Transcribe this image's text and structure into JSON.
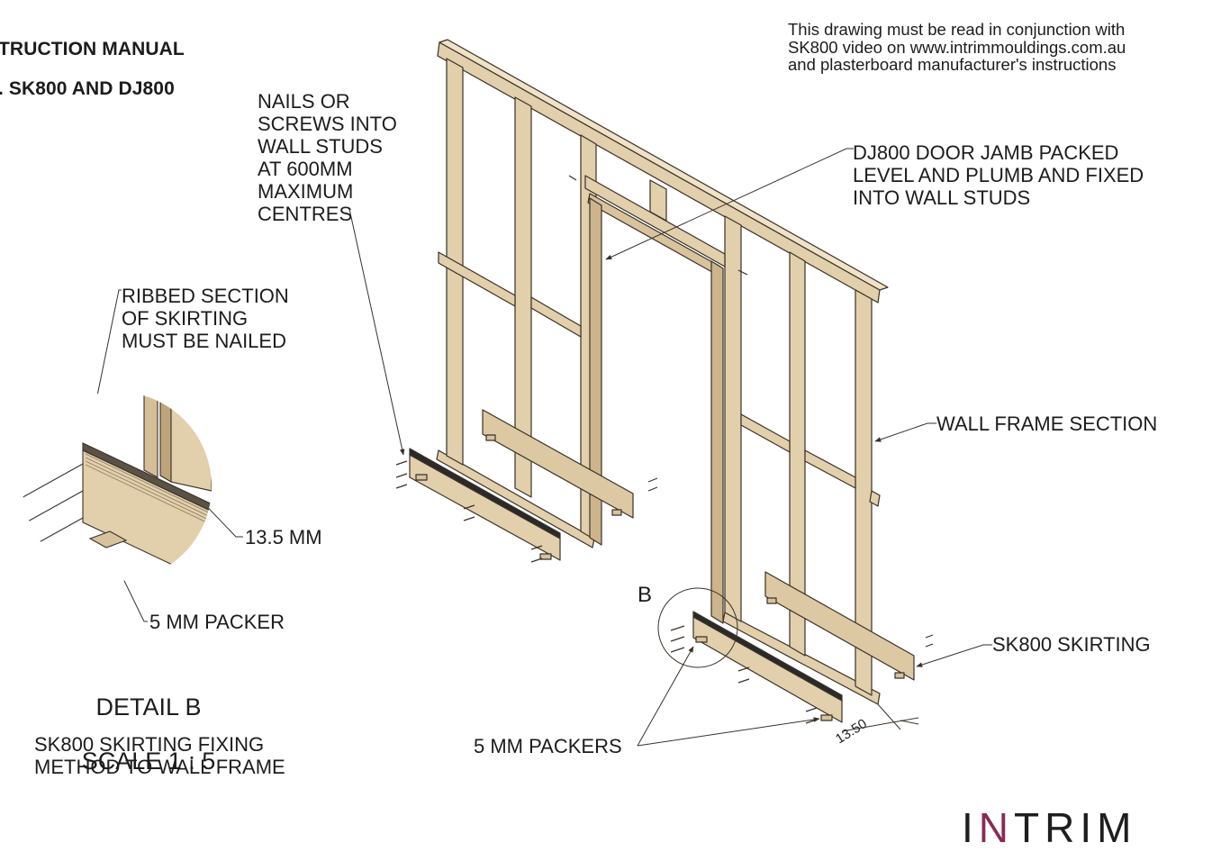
{
  "header": {
    "title_line1": "TRUCTION MANUAL",
    "title_line2": ". SK800 AND DJ800"
  },
  "note": "This drawing must be read in conjunction with\nSK800 video on www.intrimmouldings.com.au\nand plasterboard manufacturer's instructions",
  "callouts": {
    "nails": "NAILS OR\nSCREWS INTO\nWALL STUDS\nAT 600MM\nMAXIMUM\nCENTRES",
    "door_jamb": "DJ800 DOOR JAMB PACKED\nLEVEL AND PLUMB AND FIXED\nINTO WALL STUDS",
    "ribbed": "RIBBED SECTION\nOF SKIRTING\nMUST BE NAILED",
    "wall_frame": "WALL FRAME SECTION",
    "dim_13_5": "13.5 MM",
    "packer": "5 MM PACKER",
    "detail_marker": "B",
    "skirting": "SK800 SKIRTING",
    "packers": "5 MM PACKERS",
    "dim_13_50": "13.50"
  },
  "detail": {
    "title": "DETAIL B",
    "scale": "SCALE 1 : 5",
    "caption": "SK800 SKIRTING FIXING\nMETHOD TO WALL FRAME"
  },
  "brand": {
    "pre": "I",
    "n": "N",
    "post": "TRIM"
  },
  "colors": {
    "timber": "#e2cfab",
    "timber_side": "#c9b08a",
    "outline": "#3a3128",
    "skirting_dark": "#2a2a2a",
    "brand_accent": "#8a2a52"
  }
}
